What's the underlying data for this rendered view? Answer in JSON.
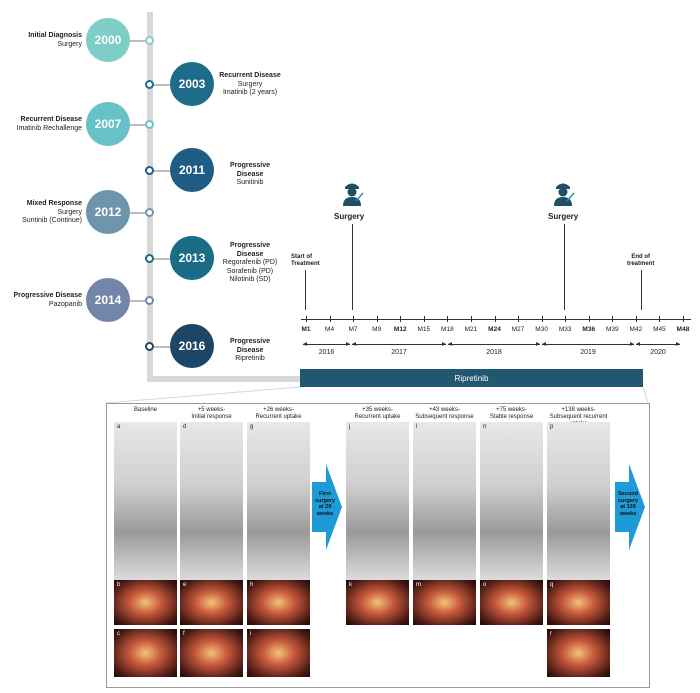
{
  "timeline": [
    {
      "year": "2000",
      "title": "Initial Diagnosis",
      "details": [
        "Surgery"
      ],
      "side": "left",
      "color": "#7ecdc6"
    },
    {
      "year": "2003",
      "title": "Recurrent Disease",
      "details": [
        "Surgery",
        "Imatinib (2 years)"
      ],
      "side": "right",
      "color": "#1f6b8a"
    },
    {
      "year": "2007",
      "title": "Recurrent Disease",
      "details": [
        "Imatinib Rechallenge"
      ],
      "side": "left",
      "color": "#67c2c8"
    },
    {
      "year": "2011",
      "title": "Progressive Disease",
      "details": [
        "Sunitinib"
      ],
      "side": "right",
      "color": "#1f5c86"
    },
    {
      "year": "2012",
      "title": "Mixed Response",
      "details": [
        "Surgery",
        "Suntinib (Continue)"
      ],
      "side": "left",
      "color": "#6f95ad"
    },
    {
      "year": "2013",
      "title": "Progressive Disease",
      "details": [
        "Regorafenib (PD)",
        "Sorafenib (PD)",
        "Nilotinib (SD)"
      ],
      "side": "right",
      "color": "#1a6b85"
    },
    {
      "year": "2014",
      "title": "Progressive Disease",
      "details": [
        "Pazopanib"
      ],
      "side": "left",
      "color": "#7385a8"
    },
    {
      "year": "2016",
      "title": "Progressive Disease",
      "details": [
        "Ripretinib"
      ],
      "side": "right",
      "color": "#1d4566"
    }
  ],
  "surgery_label": "Surgery",
  "start_label": [
    "Start of",
    "Treatment"
  ],
  "end_label": [
    "End of",
    "treatment"
  ],
  "months": [
    {
      "label": "M1",
      "bold": true
    },
    {
      "label": "M4",
      "bold": false
    },
    {
      "label": "M7",
      "bold": false
    },
    {
      "label": "M9",
      "bold": false
    },
    {
      "label": "M12",
      "bold": true
    },
    {
      "label": "M15",
      "bold": false
    },
    {
      "label": "M18",
      "bold": false
    },
    {
      "label": "M21",
      "bold": false
    },
    {
      "label": "M24",
      "bold": true
    },
    {
      "label": "M27",
      "bold": false
    },
    {
      "label": "M30",
      "bold": false
    },
    {
      "label": "M33",
      "bold": false
    },
    {
      "label": "M36",
      "bold": true
    },
    {
      "label": "M39",
      "bold": false
    },
    {
      "label": "M42",
      "bold": false
    },
    {
      "label": "M45",
      "bold": false
    },
    {
      "label": "M48",
      "bold": true
    }
  ],
  "years": [
    "2016",
    "2017",
    "2018",
    "2019",
    "2020"
  ],
  "ripretinib_label": "Ripretinib",
  "columns": [
    [
      "Baseline"
    ],
    [
      "+5 weeks-",
      "Initial response"
    ],
    [
      "+26 weeks-",
      "Recurrent uptake"
    ],
    [
      "+35 weeks-",
      "Recurrent uptake"
    ],
    [
      "+43 weeks-",
      "Subsequent response"
    ],
    [
      "+75 weeks-",
      "Stable response"
    ],
    [
      "+138 weeks-",
      "Subsequent recurrent uptake"
    ]
  ],
  "panel_letters": {
    "top": [
      "a",
      "d",
      "g",
      "j",
      "l",
      "n",
      "p"
    ],
    "mid": [
      "b",
      "e",
      "h",
      "k",
      "m",
      "o",
      "q"
    ],
    "bot": [
      "c",
      "f",
      "i",
      "r"
    ]
  },
  "arrows": [
    [
      "First",
      "surgery",
      "at 29",
      "weeks"
    ],
    [
      "Second",
      "surgery",
      "at 139",
      "weeks"
    ]
  ],
  "colors": {
    "ripretinib_bar": "#22586f",
    "arrow": "#1e9ad6",
    "timeline_bar": "#d8d8d8"
  }
}
